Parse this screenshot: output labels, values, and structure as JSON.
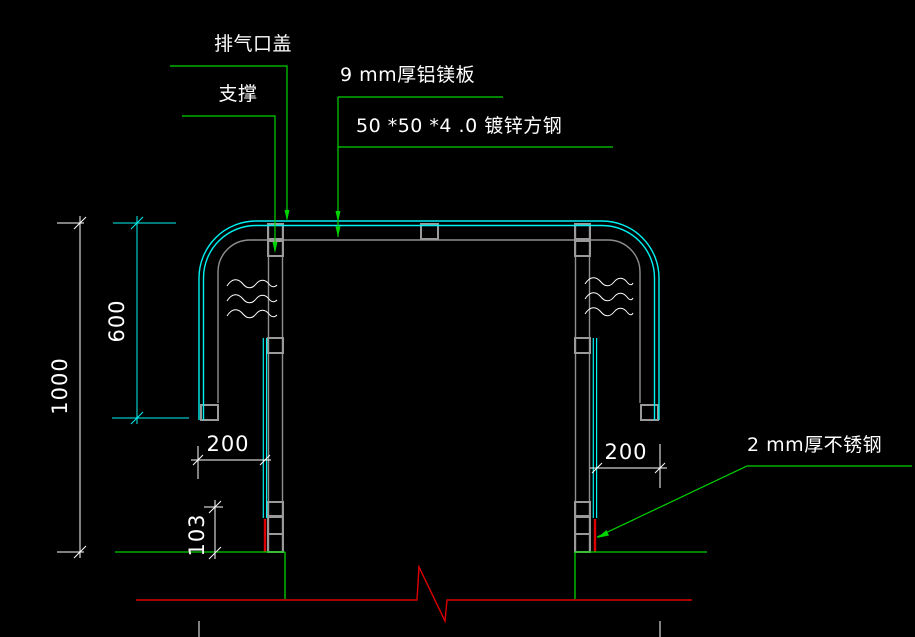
{
  "drawing": {
    "title_hint": "exhaust-vent-cover-section-detail",
    "labels": {
      "vent_cover": "排气口盖",
      "support": "支撑",
      "al_mg_panel": "9 mm厚铝镁板",
      "square_steel": "50 *50 *4 .0 镀锌方钢",
      "stainless": "2 mm厚不锈钢"
    },
    "dimensions": {
      "total_height": "1000",
      "upper_height": "600",
      "left_offset": "200",
      "right_offset": "200",
      "skirt_height": "103"
    },
    "colors": {
      "background": "#000000",
      "panel_outline_cyan": "#00F2F2",
      "leader_green": "#00D400",
      "base_red": "#DE0000",
      "frame_gray": "#8F8F8F",
      "text_white": "#FFFFFF"
    }
  }
}
